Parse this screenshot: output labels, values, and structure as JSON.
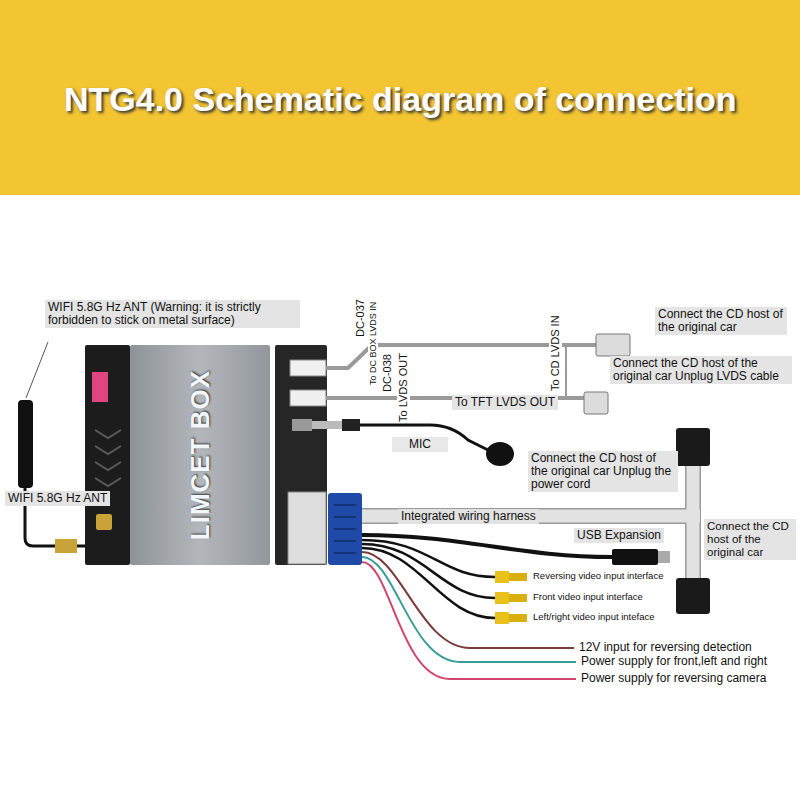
{
  "diagram": {
    "title": "NTG4.0 Schematic diagram of connection",
    "nodes": [
      {
        "text": [
          "WIFI 5.8G Hz ANT (Warning: it is strictly forbidden to stick on metal surface)"
        ]
      },
      {
        "text": [
          "Connect the CD host of the original car"
        ]
      },
      {
        "text": [
          "Connect the CD host of the original car Unplug LVDS cable"
        ]
      },
      {
        "text": [
          "LIMCET BOX"
        ]
      },
      {
        "text": [
          "To TFT LVDS OUT"
        ]
      },
      {
        "text": [
          "MIC"
        ]
      },
      {
        "text": [
          "Connect the CD host of the original car Unplug the power cord"
        ]
      },
      {
        "text": [
          "WIFI 5.8G Hz ANT"
        ]
      },
      {
        "text": [
          "Integrated wiring harness"
        ]
      },
      {
        "text": [
          "USB Expansion"
        ]
      },
      {
        "text": [
          "Connect the CD host of the original car"
        ]
      }
    ],
    "labels": [
      "DC-037",
      "To DC BOX LVDS IN",
      "DC-038",
      "To LVDS OUT",
      "To CD LVDS IN",
      "Reversing video input interface",
      "Front video input interface",
      "Left/right video input inteface",
      "12V input for reversing detection",
      "Power supply for front,left and right",
      "Power supply for reversing camera"
    ]
  }
}
